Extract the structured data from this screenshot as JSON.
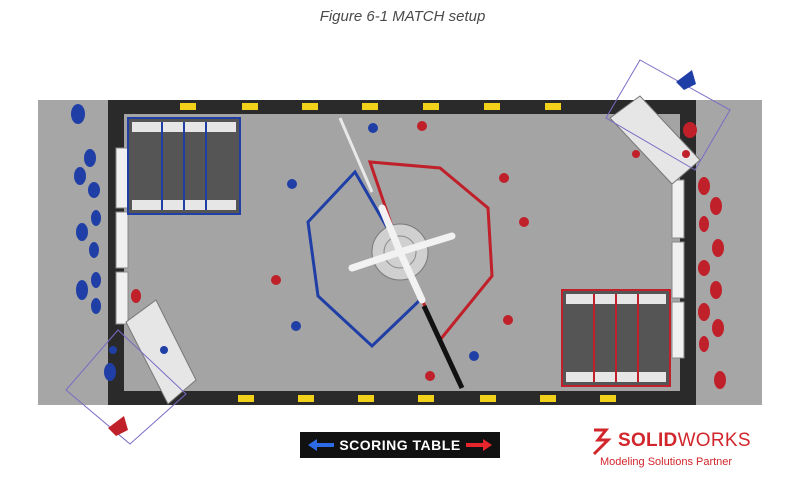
{
  "caption": "Figure 6-1 MATCH setup",
  "scoring_table": {
    "label": "SCORING TABLE"
  },
  "logo": {
    "brand_bold": "SOLID",
    "brand_rest": "WORKS",
    "tagline": "Modeling Solutions Partner"
  },
  "colors": {
    "blue_alliance": "#1f3fa6",
    "red_alliance": "#c0202a",
    "carpet": "#a6a6a6",
    "wall": "#2a2a2a",
    "accent_yellow": "#f2d11a",
    "logo_red": "#d1262c"
  },
  "icons": [
    "left-arrow-icon",
    "right-arrow-icon",
    "solidworks-logo-icon",
    "driver-station-icon"
  ]
}
